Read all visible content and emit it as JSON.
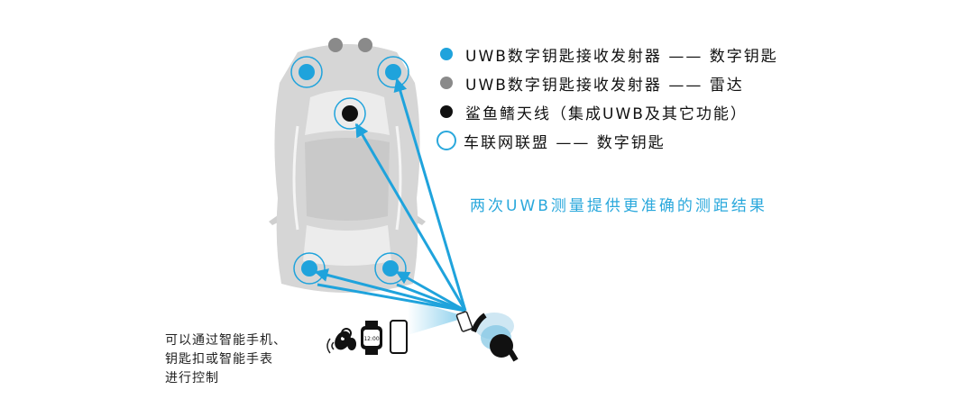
{
  "legend": [
    {
      "label": "UWB数字钥匙接收发射器 —— 数字钥匙",
      "marker": "dot",
      "color": "#1fa3dc"
    },
    {
      "label": "UWB数字钥匙接收发射器 —— 雷达",
      "marker": "dot",
      "color": "#8a8a8a"
    },
    {
      "label": "鲨鱼鳍天线（集成UWB及其它功能）",
      "marker": "dot",
      "color": "#111111"
    },
    {
      "label": "车联网联盟 —— 数字钥匙",
      "marker": "ring",
      "color": "#1fa3dc"
    }
  ],
  "headline": "两次UWB测量提供更准确的测距结果",
  "control_note": [
    "可以通过智能手机、",
    "钥匙扣或智能手表",
    "进行控制"
  ],
  "watch_time": "12:00",
  "colors": {
    "accent": "#1fa3dc",
    "car_body": "#d6d6d6",
    "radar": "#8a8a8a",
    "antenna": "#111111"
  },
  "icons": [
    "car-top-view-icon",
    "key-fob-icon",
    "smartwatch-icon",
    "smartphone-icon",
    "person-icon"
  ]
}
